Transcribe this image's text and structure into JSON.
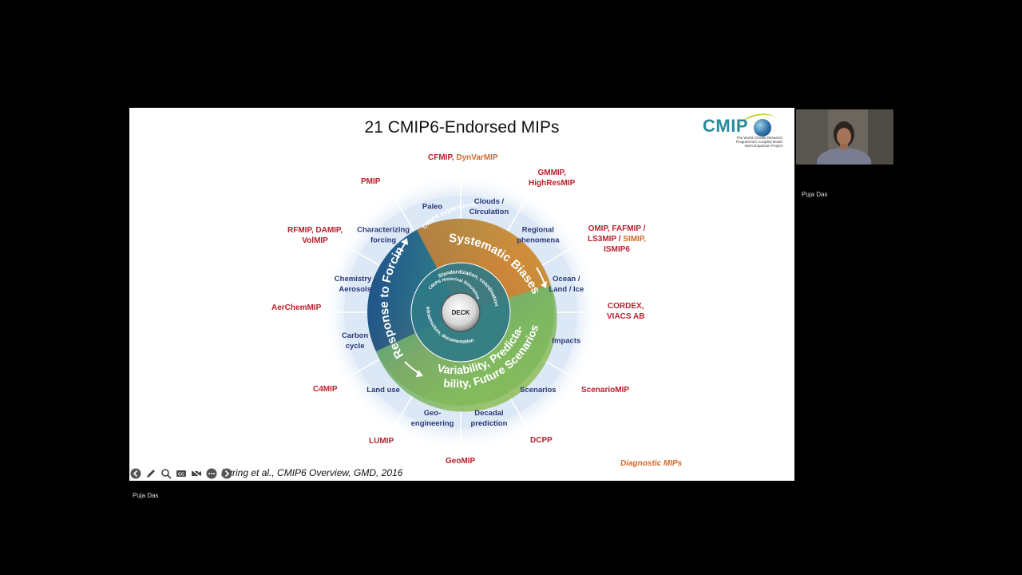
{
  "slide": {
    "title": "21 CMIP6-Endorsed MIPs",
    "logo_text": "CMIP",
    "logo_subtitle": "The World Climate Research Programme's Coupled Model Intercomparison Project",
    "citation": "Eyring et al., CMIP6 Overview, GMD, 2016",
    "diagnostic_label": "Diagnostic MIPs",
    "deck_label": "DECK",
    "inner_ring_texts": [
      "Standardization, coordination",
      "CMIP6 Historical Simulation",
      "Infrastructure, documentation"
    ],
    "middle_ring_label": "CMIP6 experiments",
    "themes": {
      "systematic": "Systematic Biases",
      "forcing": "Response to Forcing",
      "variability_line1": "Variability, Predicta-",
      "variability_line2": "bility, Future Scenarios"
    },
    "sectors": [
      {
        "label": [
          "Clouds /",
          "Circulation"
        ]
      },
      {
        "label": [
          "Regional",
          "phenomena"
        ]
      },
      {
        "label": [
          "Ocean /",
          "Land / Ice"
        ]
      },
      {
        "label": [
          "Impacts"
        ]
      },
      {
        "label": [
          "Scenarios"
        ]
      },
      {
        "label": [
          "Decadal",
          "prediction"
        ]
      },
      {
        "label": [
          "Geo-",
          "engineering"
        ]
      },
      {
        "label": [
          "Land use"
        ]
      },
      {
        "label": [
          "Carbon",
          "cycle"
        ]
      },
      {
        "label": [
          "Chemistry /",
          "Aerosols"
        ]
      },
      {
        "label": [
          "Characterizing",
          "forcing"
        ]
      },
      {
        "label": [
          "Paleo"
        ]
      }
    ],
    "mips": {
      "cfmip": "CFMIP,",
      "dynvarmip": "DynVarMIP",
      "gmmip": "GMMIP,",
      "highresmip": "HighResMIP",
      "pmip": "PMIP",
      "omip": "OMIP, FAFMIP /",
      "ls3mip": "LS3MIP /",
      "simip": "SIMIP,",
      "ismip6": "ISMIP6",
      "rfmip_l1": "RFMIP, DAMIP,",
      "rfmip_l2": "VolMIP",
      "aerchemmip": "AerChemMIP",
      "cordex": "CORDEX,",
      "viacsab": "VIACS AB",
      "c4mip": "C4MIP",
      "scenariomip": "ScenarioMIP",
      "lumip": "LUMIP",
      "dcpp": "DCPP",
      "geomip": "GeoMIP"
    }
  },
  "participants": {
    "thumbnail_name": "Puja Das",
    "presenter_name": "Puja Das"
  },
  "controls": [
    "back-icon",
    "pen-icon",
    "zoom-icon",
    "captions-icon",
    "video-off-icon",
    "more-icon",
    "forward-icon"
  ],
  "colors": {
    "mip_red": "#b8202c",
    "mip_orange": "#d2692a",
    "sector_text": "#2b3a78",
    "logo_teal": "#2a8a9c"
  }
}
